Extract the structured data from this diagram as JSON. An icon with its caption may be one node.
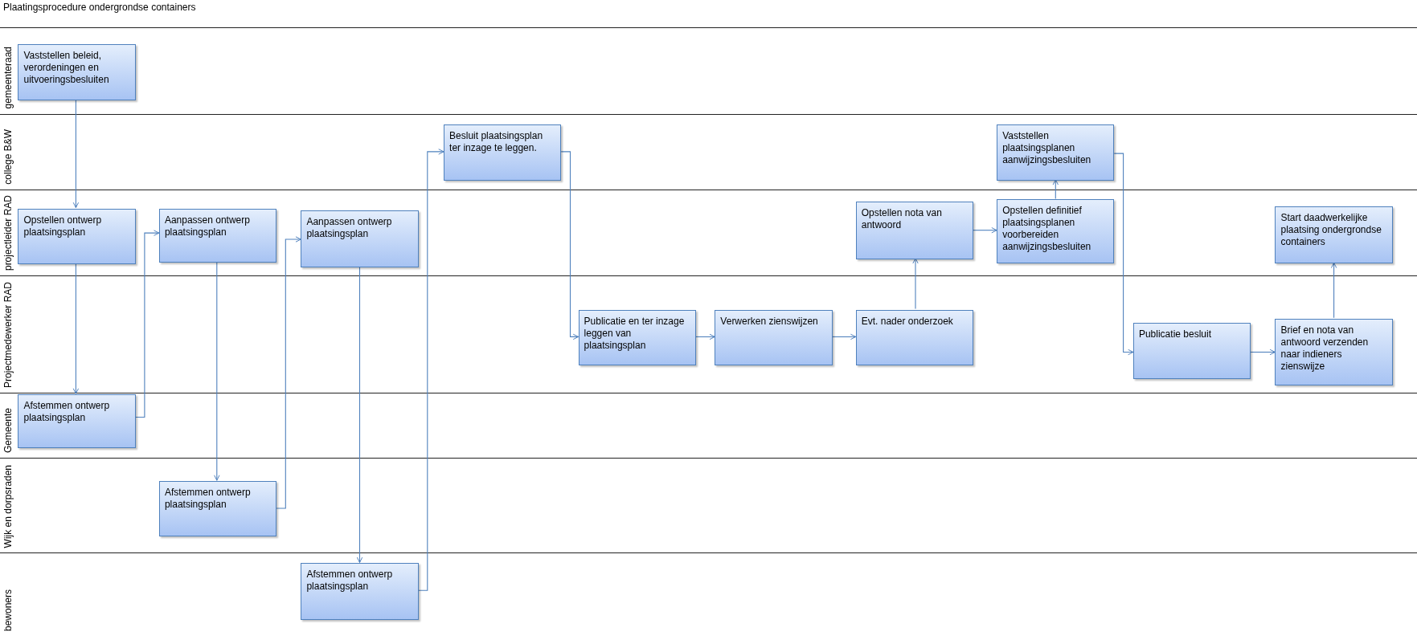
{
  "diagram": {
    "title": "Plaatingsprocedure ondergrondse containers",
    "nodes": [
      {
        "text": [
          "gemeenteraad"
        ]
      },
      {
        "text": [
          "college B&W"
        ]
      },
      {
        "text": [
          "projectleider RAD"
        ]
      },
      {
        "text": [
          "Projectmedewerker RAD"
        ]
      },
      {
        "text": [
          "Gemeente"
        ]
      },
      {
        "text": [
          "Wijk en dorpsraden"
        ]
      },
      {
        "text": [
          "bewoners"
        ]
      },
      {
        "text": [
          "Vaststellen beleid, verordeningen en uitvoeringsbesluiten"
        ],
        "in": 0
      },
      {
        "text": [
          "Besluit plaatsingsplan ter inzage te leggen."
        ],
        "in": 1
      },
      {
        "text": [
          "Vaststellen plaatsingsplanen aanwijzingsbesluiten"
        ],
        "in": 1
      },
      {
        "text": [
          "Opstellen ontwerp plaatsingsplan"
        ],
        "in": 2
      },
      {
        "text": [
          "Aanpassen ontwerp plaatsingsplan"
        ],
        "in": 2
      },
      {
        "text": [
          "Aanpassen ontwerp plaatsingsplan"
        ],
        "in": 2
      },
      {
        "text": [
          "Opstellen nota van antwoord"
        ],
        "in": 2
      },
      {
        "text": [
          "Opstellen definitief plaatsingsplanen voorbereiden aanwijzingsbesluiten"
        ],
        "in": 2
      },
      {
        "text": [
          "Start daadwerkelijke plaatsing ondergrondse containers"
        ],
        "in": 2
      },
      {
        "text": [
          "Publicatie en ter inzage leggen van plaatsingsplan"
        ],
        "in": 3
      },
      {
        "text": [
          "Verwerken zienswijzen"
        ],
        "in": 3
      },
      {
        "text": [
          "Evt. nader onderzoek"
        ],
        "in": 3
      },
      {
        "text": [
          "Publicatie besluit"
        ],
        "in": 3
      },
      {
        "text": [
          "Brief en nota van antwoord verzenden naar indieners zienswijze"
        ],
        "in": 3
      },
      {
        "text": [
          "Afstemmen ontwerp plaatsingsplan"
        ],
        "in": 4
      },
      {
        "text": [
          "Afstemmen ontwerp plaatsingsplan"
        ],
        "in": 5
      },
      {
        "text": [
          "Afstemmen ontwerp plaatsingsplan"
        ],
        "in": 6
      }
    ],
    "edges": [
      {
        "from": 7,
        "to": 10,
        "arrow": "to"
      },
      {
        "from": 10,
        "to": 21,
        "arrow": "to"
      },
      {
        "from": 21,
        "to": 11,
        "arrow": "to"
      },
      {
        "from": 11,
        "to": 22,
        "arrow": "to"
      },
      {
        "from": 22,
        "to": 12,
        "arrow": "to"
      },
      {
        "from": 12,
        "to": 23,
        "arrow": "to"
      },
      {
        "from": 23,
        "to": 8,
        "arrow": "to"
      },
      {
        "from": 8,
        "to": 16,
        "arrow": "to"
      },
      {
        "from": 16,
        "to": 17,
        "arrow": "to"
      },
      {
        "from": 17,
        "to": 18,
        "arrow": "to"
      },
      {
        "from": 18,
        "to": 13,
        "arrow": "to"
      },
      {
        "from": 13,
        "to": 14,
        "arrow": "to"
      },
      {
        "from": 14,
        "to": 9,
        "arrow": "to"
      },
      {
        "from": 9,
        "to": 19,
        "arrow": "to"
      },
      {
        "from": 19,
        "to": 20,
        "arrow": "to"
      },
      {
        "from": 20,
        "to": 15,
        "arrow": "to"
      }
    ]
  }
}
